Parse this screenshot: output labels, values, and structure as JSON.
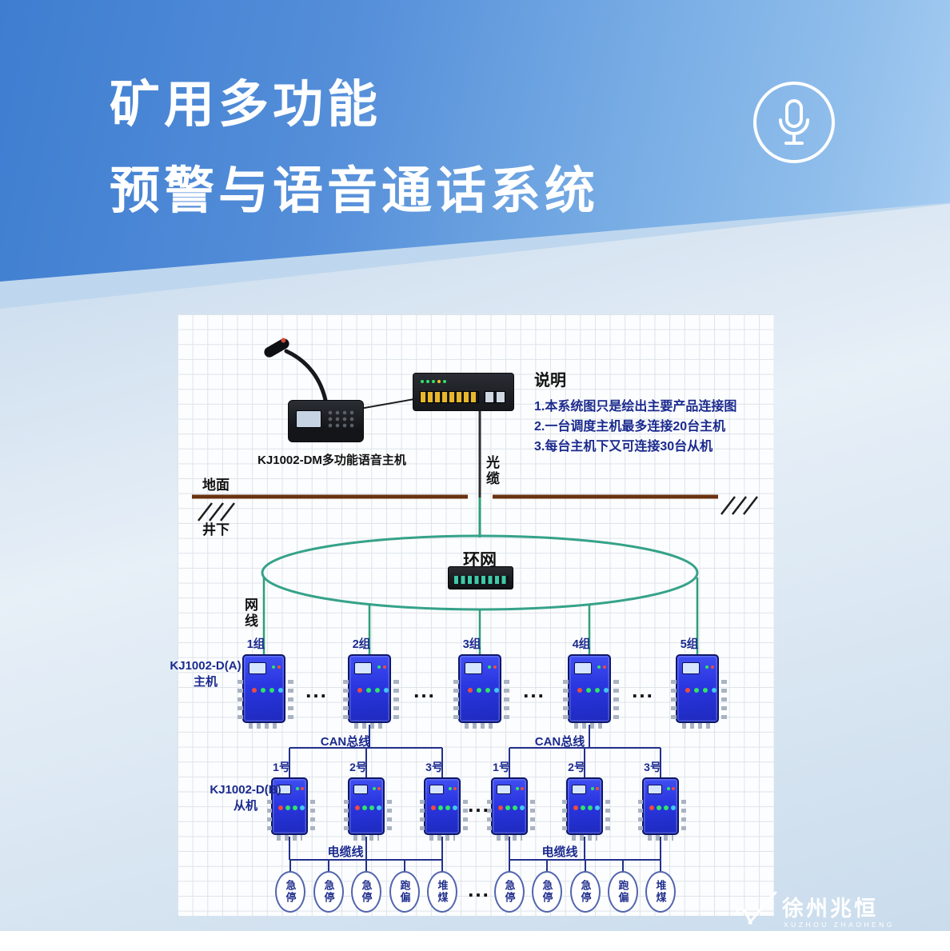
{
  "header": {
    "title_line1": "矿用多功能",
    "title_line2": "预警与语音通话系统"
  },
  "notes": {
    "title": "说明",
    "line1": "1.本系统图只是绘出主要产品连接图",
    "line2": "2.一台调度主机最多连接20台主机",
    "line3": "3.每台主机下又可连接30台从机"
  },
  "labels": {
    "console": "KJ1002-DM多功能语音主机",
    "optical_cable": "光缆",
    "surface": "地面",
    "underground": "井下",
    "ring_network": "环网",
    "net_cable": "网线",
    "host_model": "KJ1002-D(A)",
    "host_role": "主机",
    "slave_model": "KJ1002-D(B)",
    "slave_role": "从机",
    "can_bus": "CAN总线",
    "cable_line": "电缆线",
    "ellipsis": "..."
  },
  "groups": [
    "1组",
    "2组",
    "3组",
    "4组",
    "5组"
  ],
  "slave_ids": [
    "1号",
    "2号",
    "3号"
  ],
  "sensors_left": [
    "急停",
    "急停",
    "急停",
    "跑偏",
    "堆煤"
  ],
  "sensors_right": [
    "急停",
    "急停",
    "急停",
    "跑偏",
    "堆煤"
  ],
  "footer": {
    "brand": "徐州兆恒",
    "brand_sub": "XUZHOU ZHAOHENG"
  },
  "colors": {
    "header_blue": "#3e7dd0",
    "device_blue": "#2a36e0",
    "ring_green": "#35a289",
    "bus_navy": "#23318c",
    "ground_brown": "#6a3210"
  }
}
